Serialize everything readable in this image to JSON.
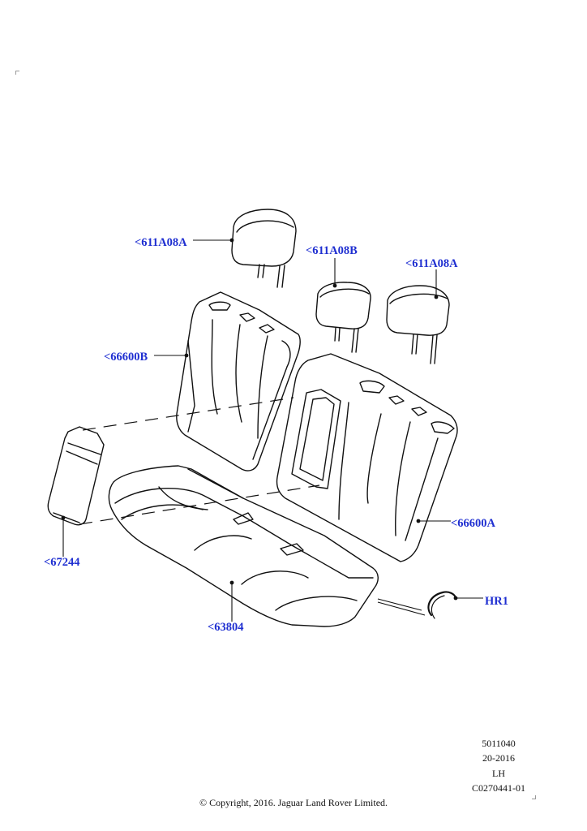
{
  "callouts": {
    "headrest_left": "<611A08A",
    "headrest_center": "<611A08B",
    "headrest_right": "<611A08A",
    "backrest_left": "<66600B",
    "backrest_right": "<66600A",
    "armrest": "<67244",
    "cushion": "<63804",
    "hook": "HR1"
  },
  "meta": {
    "code": "5011040",
    "date": "20-2016",
    "side": "LH",
    "illustration_id": "C0270441-01"
  },
  "copyright": "© Copyright, 2016. Jaguar Land Rover Limited.",
  "colors": {
    "callout_text": "#1f2fd1",
    "line": "#111111"
  }
}
